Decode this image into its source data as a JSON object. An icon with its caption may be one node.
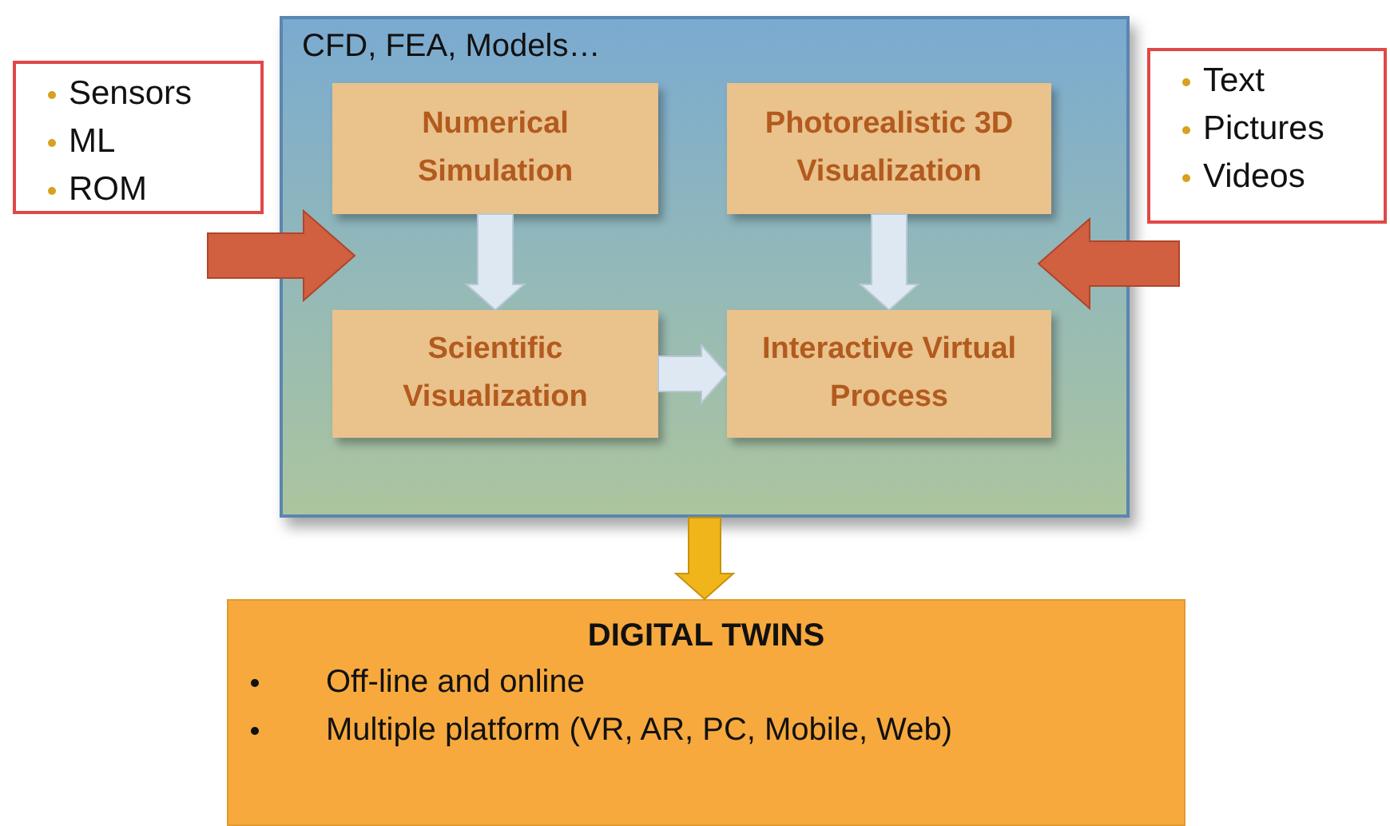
{
  "diagram": {
    "nodes": [
      {
        "text": [
          "Sensors",
          "ML",
          "ROM"
        ]
      },
      {
        "text": [
          "CFD, FEA, Models…"
        ]
      },
      {
        "text": [
          "Numerical Simulation"
        ],
        "in": 1
      },
      {
        "text": [
          "Photorealistic 3D Visualization"
        ],
        "in": 1
      },
      {
        "text": [
          "Scientific Visualization"
        ],
        "in": 1
      },
      {
        "text": [
          "Interactive Virtual Process"
        ],
        "in": 1
      },
      {
        "text": [
          "Text",
          "Pictures",
          "Videos"
        ]
      },
      {
        "text": [
          "DIGITAL TWINS",
          "Off-line and online",
          "Multiple platform (VR, AR, PC, Mobile, Web)"
        ]
      }
    ],
    "edges": [
      {
        "from": 0,
        "to": 1,
        "arrow": "to",
        "color": "#d0603f"
      },
      {
        "from": 6,
        "to": 1,
        "arrow": "to",
        "color": "#d0603f"
      },
      {
        "from": 2,
        "to": 4,
        "arrow": "to"
      },
      {
        "from": 3,
        "to": 5,
        "arrow": "to"
      },
      {
        "from": 4,
        "to": 5,
        "arrow": "to"
      },
      {
        "from": 1,
        "to": 7,
        "arrow": "to",
        "color": "#f0b51a"
      }
    ]
  }
}
